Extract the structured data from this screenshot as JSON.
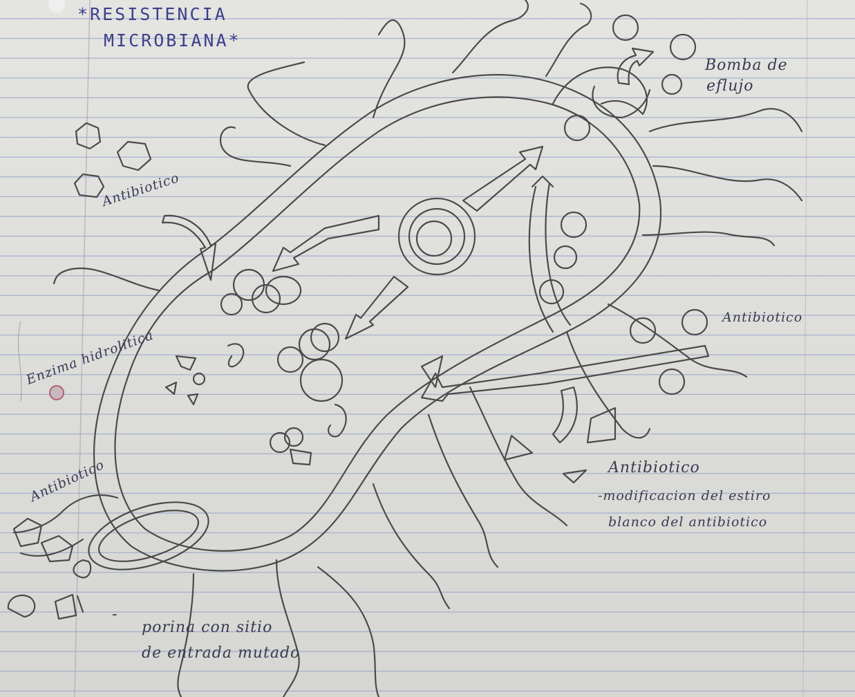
{
  "diagram": {
    "title": {
      "line1": "*RESISTENCIA",
      "line2": "MICROBIANA*"
    },
    "labels": {
      "bomba_line1": "Bomba de",
      "bomba_line2": "eflujo",
      "antibiotico_top_left": "Antibiotico",
      "antibiotico_right": "Antibiotico",
      "enzima": "Enzima hidrolitica",
      "antibiotico_bottom_left": "Antibiotico",
      "antibiotico_legend": "Antibiotico",
      "modificacion_line1": "-modificacion del estiro",
      "modificacion_line2": "blanco del antibiotico",
      "porina_dash": "-",
      "porina_line1": "porina con sitio",
      "porina_line2": "de entrada mutado"
    },
    "colors": {
      "paper": "#dededb",
      "rule_line": "#8fa0c8",
      "margin_line": "#b8a0b8",
      "pencil": "#4a4a4a",
      "ink_title": "#3c3f8c"
    }
  }
}
